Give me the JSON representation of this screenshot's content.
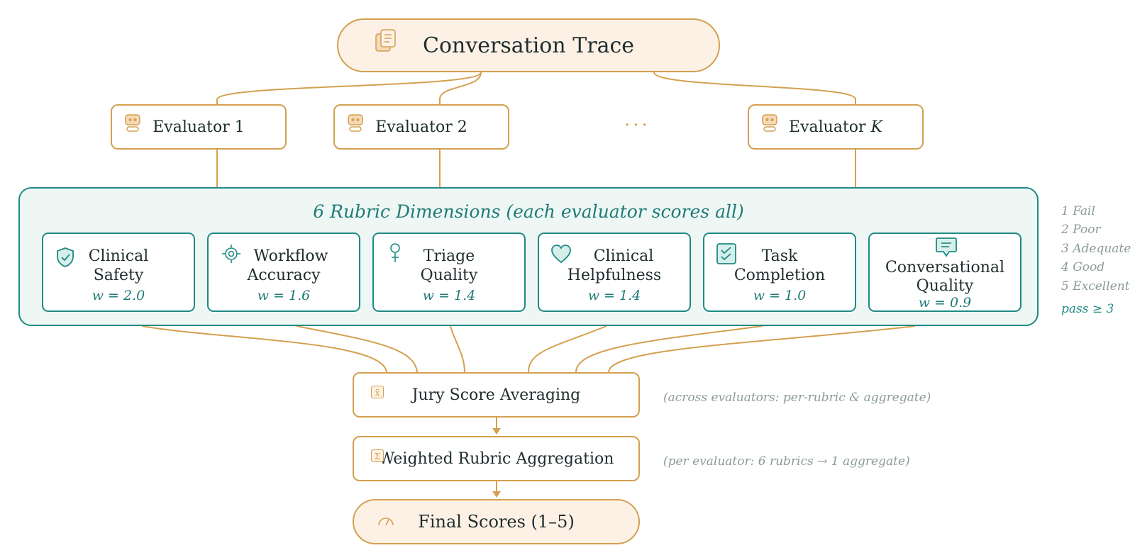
{
  "trace": {
    "label": "Conversation Trace"
  },
  "evaluators": [
    {
      "label": "Evaluator 1"
    },
    {
      "label": "Evaluator 2"
    },
    {
      "label": "Evaluator K"
    }
  ],
  "ellipsis": "···",
  "rubric_panel": {
    "title": "6 Rubric Dimensions (each evaluator scores all)",
    "cards": [
      {
        "name_line1": "Clinical",
        "name_line2": "Safety",
        "weight": "w = 2.0",
        "icon": "shield-check-icon"
      },
      {
        "name_line1": "Workflow",
        "name_line2": "Accuracy",
        "weight": "w = 1.6",
        "icon": "target-icon"
      },
      {
        "name_line1": "Triage",
        "name_line2": "Quality",
        "weight": "w = 1.4",
        "icon": "pin-icon"
      },
      {
        "name_line1": "Clinical",
        "name_line2": "Helpfulness",
        "weight": "w = 1.4",
        "icon": "heart-icon"
      },
      {
        "name_line1": "Task",
        "name_line2": "Completion",
        "weight": "w = 1.0",
        "icon": "checklist-icon"
      },
      {
        "name_line1": "Conversational",
        "name_line2": "Quality",
        "weight": "w = 0.9",
        "icon": "chat-icon"
      }
    ]
  },
  "scale_legend": [
    "1 Fail",
    "2 Poor",
    "3 Adequate",
    "4 Good",
    "5 Excellent"
  ],
  "pass_threshold": "pass ≥ 3",
  "jury": {
    "label": "Jury Score Averaging",
    "note": "(across evaluators: per-rubric & aggregate)",
    "icon_glyph": "x̄"
  },
  "weighted": {
    "label": "Weighted Rubric Aggregation",
    "note": "(per evaluator: 6 rubrics → 1 aggregate)",
    "icon_glyph": "Σ"
  },
  "final": {
    "label": "Final Scores (1–5)"
  },
  "colors": {
    "orange": "#d4a04f",
    "teal": "#1f8a84",
    "cream": "#fdf1e6",
    "mint": "#eef7f4"
  }
}
